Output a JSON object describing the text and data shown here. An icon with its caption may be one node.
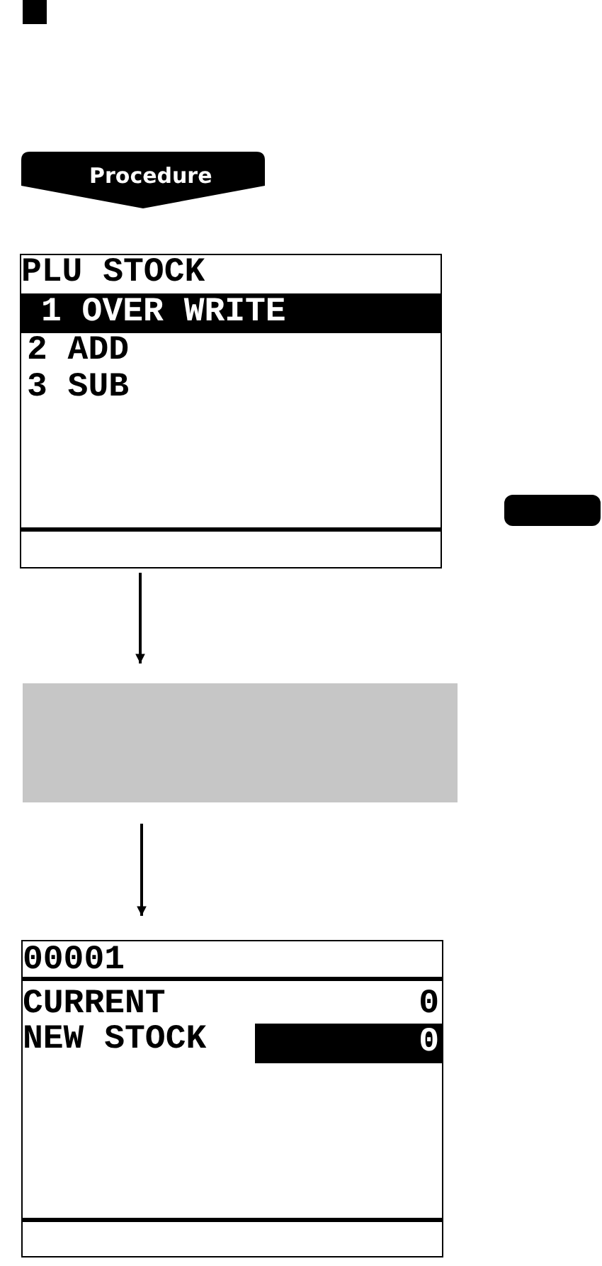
{
  "diagram": {
    "nodes": [
      {
        "text": [
          "Procedure"
        ]
      },
      {
        "text": [
          "PLU STOCK",
          "1 OVER WRITE",
          "2 ADD",
          "3 SUB"
        ]
      },
      {
        "text": [],
        "shape": "box"
      },
      {
        "text": [
          "00001",
          "CURRENT",
          "0",
          "NEW STOCK",
          "0"
        ]
      }
    ],
    "edges": [
      {
        "from": 1,
        "to": 2,
        "arrow": "to"
      },
      {
        "from": 2,
        "to": 3,
        "arrow": "to"
      }
    ]
  }
}
